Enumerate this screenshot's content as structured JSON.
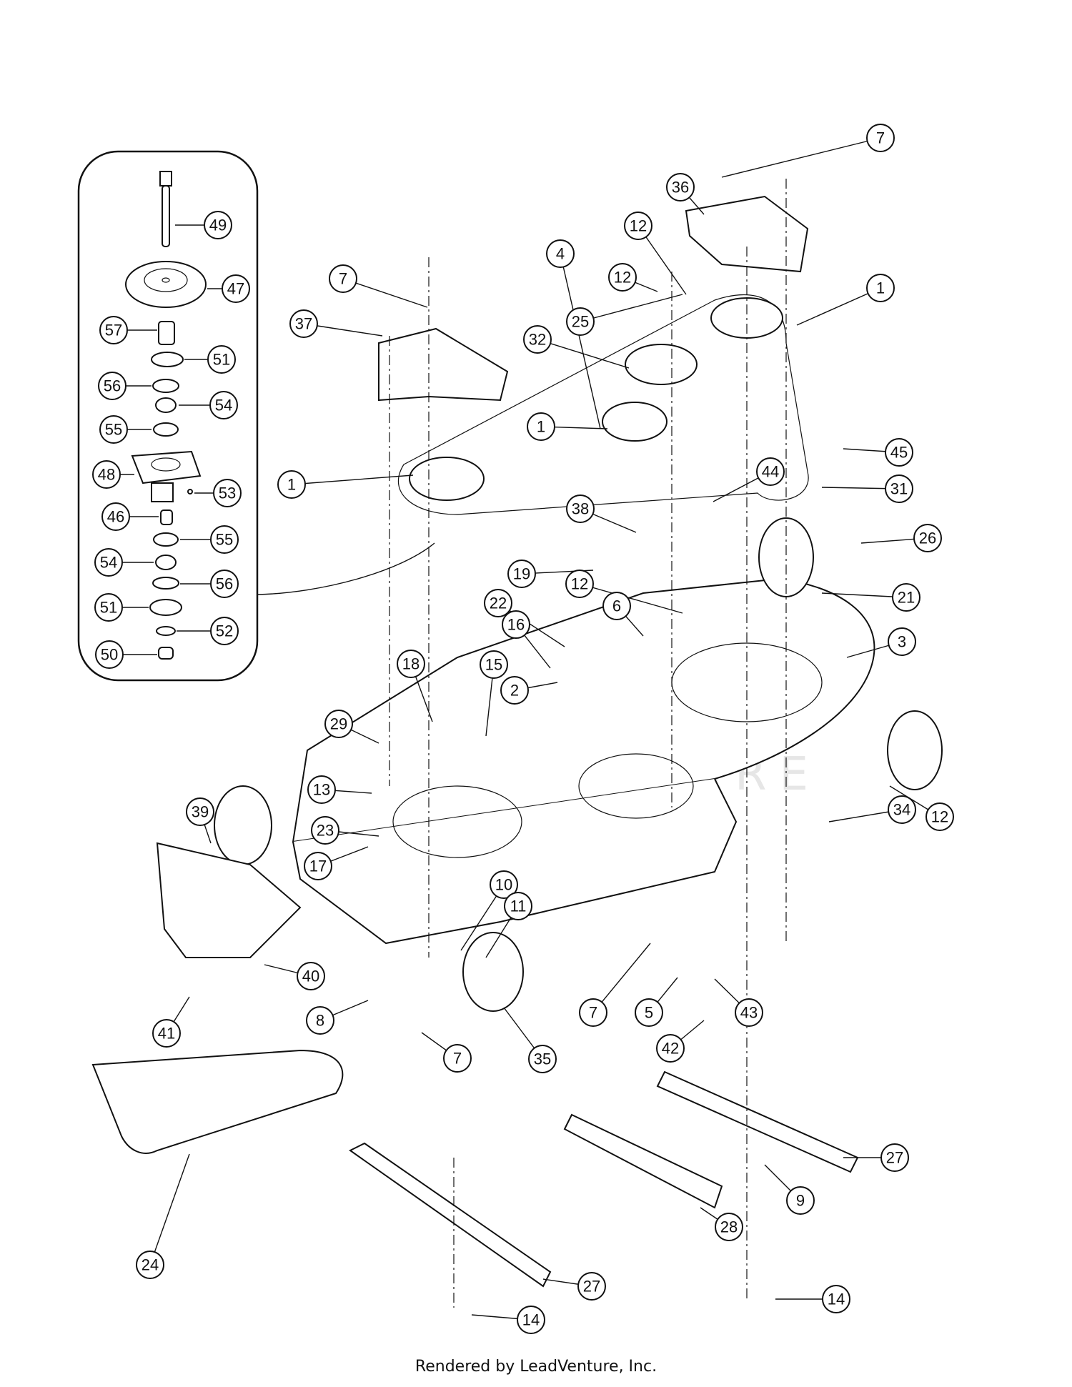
{
  "footer": "Rendered by LeadVenture, Inc.",
  "watermark": "LEADVENTURE",
  "inset": {
    "description": "Spindle assembly detail",
    "callouts": [
      "49",
      "47",
      "57",
      "51",
      "56",
      "54",
      "55",
      "48",
      "53",
      "46",
      "55",
      "54",
      "56",
      "51",
      "52",
      "50"
    ]
  },
  "callouts": [
    {
      "id": "c7a",
      "label": "7"
    },
    {
      "id": "c36",
      "label": "36"
    },
    {
      "id": "c12a",
      "label": "12"
    },
    {
      "id": "c12b",
      "label": "12"
    },
    {
      "id": "c4",
      "label": "4"
    },
    {
      "id": "c25",
      "label": "25"
    },
    {
      "id": "c1a",
      "label": "1"
    },
    {
      "id": "c7b",
      "label": "7"
    },
    {
      "id": "c32",
      "label": "32"
    },
    {
      "id": "c37",
      "label": "37"
    },
    {
      "id": "c1b",
      "label": "1"
    },
    {
      "id": "c1c",
      "label": "1"
    },
    {
      "id": "c44",
      "label": "44"
    },
    {
      "id": "c45",
      "label": "45"
    },
    {
      "id": "c31",
      "label": "31"
    },
    {
      "id": "c38",
      "label": "38"
    },
    {
      "id": "c26",
      "label": "26"
    },
    {
      "id": "c19",
      "label": "19"
    },
    {
      "id": "c21",
      "label": "21"
    },
    {
      "id": "c12c",
      "label": "12"
    },
    {
      "id": "c22",
      "label": "22"
    },
    {
      "id": "c6",
      "label": "6"
    },
    {
      "id": "c16",
      "label": "16"
    },
    {
      "id": "c3",
      "label": "3"
    },
    {
      "id": "c18",
      "label": "18"
    },
    {
      "id": "c15",
      "label": "15"
    },
    {
      "id": "c2",
      "label": "2"
    },
    {
      "id": "c29",
      "label": "29"
    },
    {
      "id": "c13",
      "label": "13"
    },
    {
      "id": "c39",
      "label": "39"
    },
    {
      "id": "c23",
      "label": "23"
    },
    {
      "id": "c17",
      "label": "17"
    },
    {
      "id": "c34",
      "label": "34"
    },
    {
      "id": "c12d",
      "label": "12"
    },
    {
      "id": "c10",
      "label": "10"
    },
    {
      "id": "c11",
      "label": "11"
    },
    {
      "id": "c40",
      "label": "40"
    },
    {
      "id": "c8",
      "label": "8"
    },
    {
      "id": "c41",
      "label": "41"
    },
    {
      "id": "c5",
      "label": "5"
    },
    {
      "id": "c43",
      "label": "43"
    },
    {
      "id": "c7c",
      "label": "7"
    },
    {
      "id": "c42",
      "label": "42"
    },
    {
      "id": "c35",
      "label": "35"
    },
    {
      "id": "c7d",
      "label": "7"
    },
    {
      "id": "c27a",
      "label": "27"
    },
    {
      "id": "c9",
      "label": "9"
    },
    {
      "id": "c24",
      "label": "24"
    },
    {
      "id": "c28",
      "label": "28"
    },
    {
      "id": "c27b",
      "label": "27"
    },
    {
      "id": "c14a",
      "label": "14"
    },
    {
      "id": "c14b",
      "label": "14"
    }
  ]
}
